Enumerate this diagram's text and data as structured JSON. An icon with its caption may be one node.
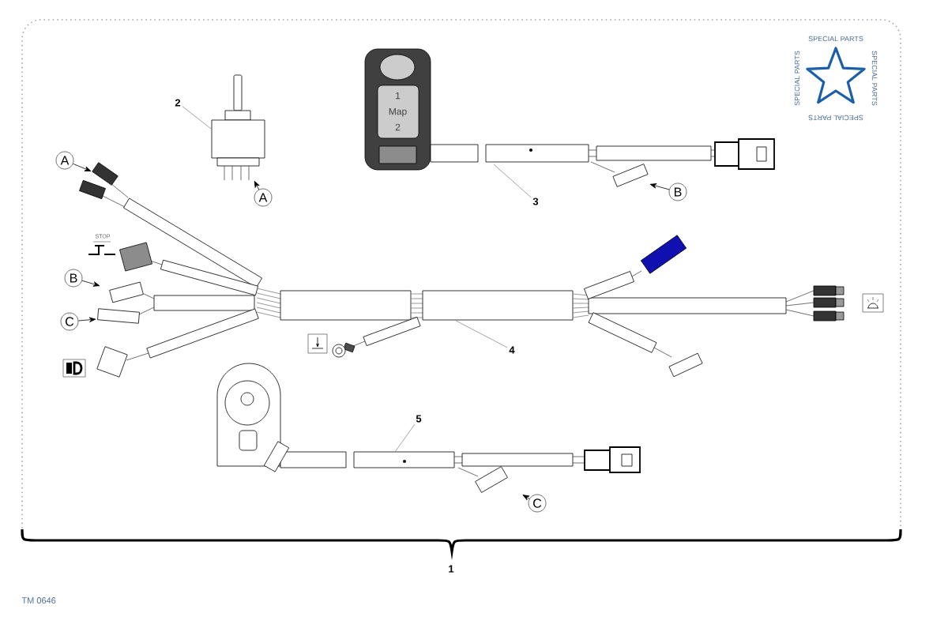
{
  "diagram": {
    "nodes": [
      {
        "text": [
          "2"
        ]
      },
      {
        "text": [],
        "shape": "picture"
      },
      {
        "text": [
          "A"
        ]
      },
      {
        "text": [
          "A"
        ]
      },
      {
        "text": [
          "1",
          "Map",
          "2"
        ]
      },
      {
        "text": [
          "3"
        ]
      },
      {
        "text": [
          "B"
        ]
      },
      {
        "text": [
          "B"
        ]
      },
      {
        "text": [
          "C"
        ]
      },
      {
        "text": [
          "4"
        ]
      },
      {
        "text": [
          "5"
        ]
      },
      {
        "text": [
          "C"
        ]
      },
      {
        "text": [],
        "shape": "picture"
      }
    ],
    "edges": [
      {
        "from": 0,
        "to": 1,
        "arrow": "none",
        "color": "#8c8c8c"
      },
      {
        "from": 2,
        "to": null,
        "arrow": "to"
      },
      {
        "from": 3,
        "to": 1,
        "arrow": "to"
      },
      {
        "from": 5,
        "to": null,
        "arrow": "none",
        "color": "#8c8c8c"
      },
      {
        "from": 6,
        "to": null,
        "arrow": "to"
      },
      {
        "from": 7,
        "to": null,
        "arrow": "to"
      },
      {
        "from": 8,
        "to": null,
        "arrow": "to"
      },
      {
        "from": 9,
        "to": 12,
        "arrow": "none",
        "color": "#8c8c8c"
      },
      {
        "from": 10,
        "to": null,
        "arrow": "none",
        "color": "#8c8c8c"
      },
      {
        "from": 11,
        "to": null,
        "arrow": "to"
      }
    ],
    "labels": [
      "SPECIAL PARTS",
      "SPECIAL PARTS",
      "SPECIAL PARTS",
      "SPECIAL PARTS",
      "STOP",
      "1",
      "TM 0646"
    ]
  }
}
